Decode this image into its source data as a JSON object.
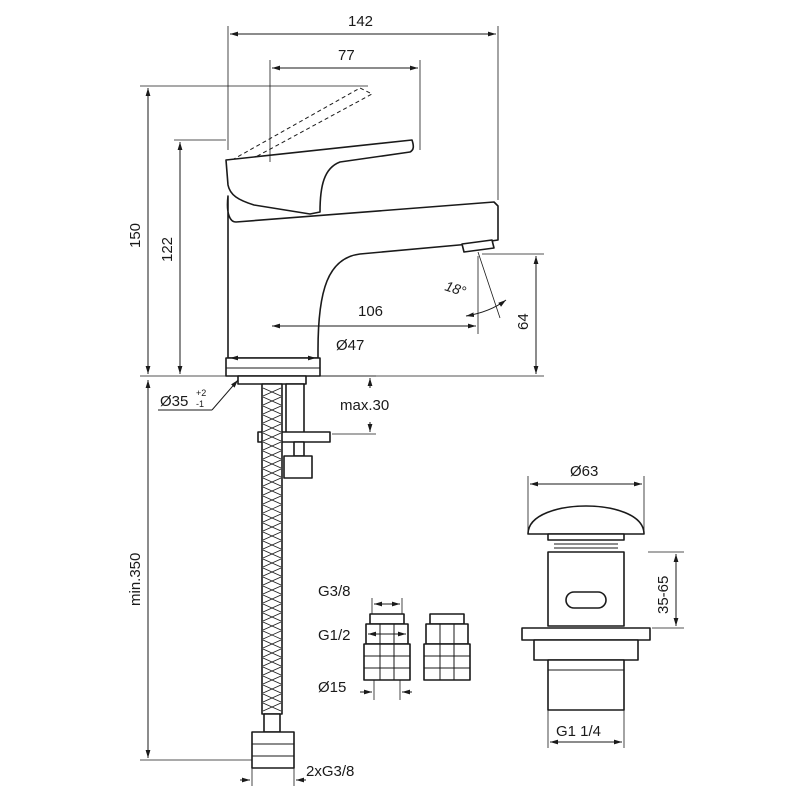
{
  "dimensions": {
    "total_width": "142",
    "lever_reach": "77",
    "total_height": "150",
    "spout_height": "122",
    "spout_reach": "106",
    "outlet_angle": "18°",
    "outlet_height": "64",
    "base_diameter": "Ø47",
    "hole_diameter": "Ø35",
    "hole_tol_plus": "+2",
    "hole_tol_minus": "-1",
    "deck_thickness": "max.30",
    "hose_length": "min.350",
    "hose_thread": "2xG3/8"
  },
  "connector": {
    "thread_outlet": "G3/8",
    "thread_inlet": "G1/2",
    "diameter": "Ø15"
  },
  "waste": {
    "diameter": "Ø63",
    "height_range": "35-65",
    "thread": "G1 1/4"
  }
}
